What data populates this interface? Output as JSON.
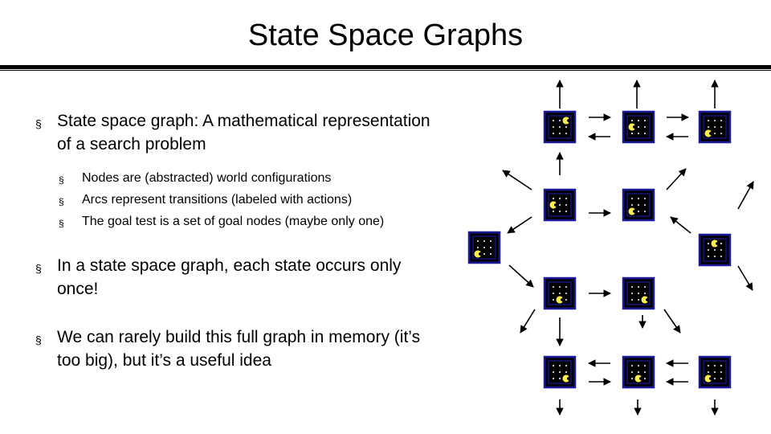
{
  "slide": {
    "title": "State Space Graphs",
    "bullets": [
      {
        "text": "State space graph: A mathematical representation of a search problem",
        "sub": [
          "Nodes are (abstracted) world configurations",
          "Arcs represent transitions (labeled with actions)",
          "The goal test is a set of goal nodes (maybe only one)"
        ]
      },
      {
        "text": "In a state space graph, each state occurs only once!"
      },
      {
        "text": "We can rarely build this full graph in memory (it’s too big), but it’s a useful idea"
      }
    ],
    "bullet_glyph": "§",
    "colors": {
      "node_frame": "#1a1a9a",
      "node_bg": "#000000",
      "pacman": "#ffee44",
      "food": "#ffffff",
      "rule": "#000000"
    }
  }
}
